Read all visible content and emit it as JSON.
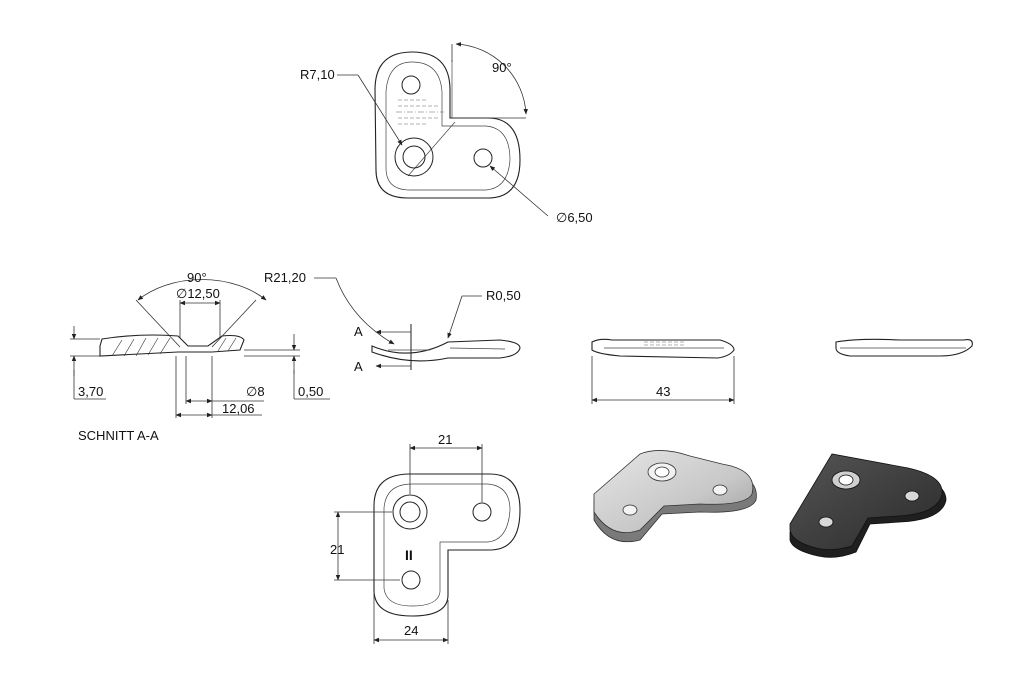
{
  "top_view": {
    "radius_label": "R7,10",
    "angle_label": "90°",
    "hole_dia_label": "∅6,50"
  },
  "section_view": {
    "angle_label": "90°",
    "countersink_dia_label": "∅12,50",
    "thickness_label": "3,70",
    "hole_dia_label": "∅8",
    "cs_dia_label": "12,06",
    "offset_label": "0,50",
    "caption": "SCHNITT A-A"
  },
  "front_view": {
    "bend_radius_label": "R21,20",
    "edge_radius_label": "R0,50",
    "section_marker": "A"
  },
  "side_view": {
    "length_label": "43"
  },
  "bottom_view": {
    "hole_spacing_x": "21",
    "hole_spacing_y": "21",
    "width_label": "24",
    "marking": "II"
  },
  "colors": {
    "line": "#222222",
    "render_light": "#cfcfcf",
    "render_dark": "#3a3a3a"
  }
}
